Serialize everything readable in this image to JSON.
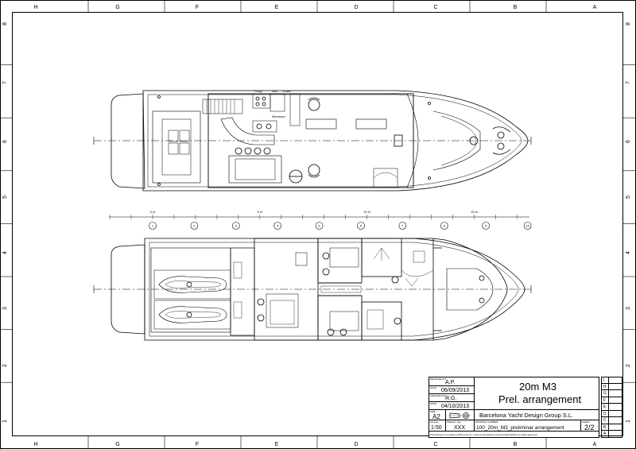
{
  "border": {
    "columns_top": [
      "H",
      "G",
      "F",
      "E",
      "D",
      "C",
      "B",
      "A"
    ],
    "columns_bottom": [
      "H",
      "G",
      "F",
      "E",
      "D",
      "C",
      "B",
      "A"
    ],
    "rows": [
      "8",
      "7",
      "6",
      "5",
      "4",
      "3",
      "2",
      "1"
    ]
  },
  "scale_bar": {
    "ticks": [
      "1",
      "2",
      "3",
      "4",
      "5",
      "6",
      "7",
      "8",
      "9",
      "10"
    ],
    "meter_labels": [
      "0 m",
      "5 m",
      "10 m",
      "15 m"
    ]
  },
  "title_block": {
    "designed_by_label": "DESIGNED BY",
    "designed_by": "A.P.",
    "date_label": "DATE",
    "date_designed": "06/09/2013",
    "checked_by_label": "CHECKED BY",
    "checked_by": "R.G.",
    "date_checked": "04/10/2013",
    "size_label": "SIZE",
    "size": "A2",
    "scale_label": "SCALE",
    "scale": "1:50",
    "weight_label": "WEIGHT (kg)",
    "weight": "XXX",
    "drawing_number_label": "DRAWING NUMBER",
    "drawing_number": "100_20m_M3_preliminar arrangement",
    "sheet_label": "SHEET",
    "sheet": "2/2",
    "title_line1": "20m M3",
    "title_line2": "Prel. arrangement",
    "company": "Barcelona Yacht Design Group S.L.",
    "disclaimer": "This drawing is our property of BYD group S.L. It can't be reproduced or communicated without our written agreement."
  },
  "revisions": [
    "I",
    "H",
    "G",
    "F",
    "E",
    "D",
    "C",
    "B",
    "A"
  ],
  "room_labels": [
    "Fridge",
    "Dish.",
    "Microwave",
    "Cooker"
  ]
}
